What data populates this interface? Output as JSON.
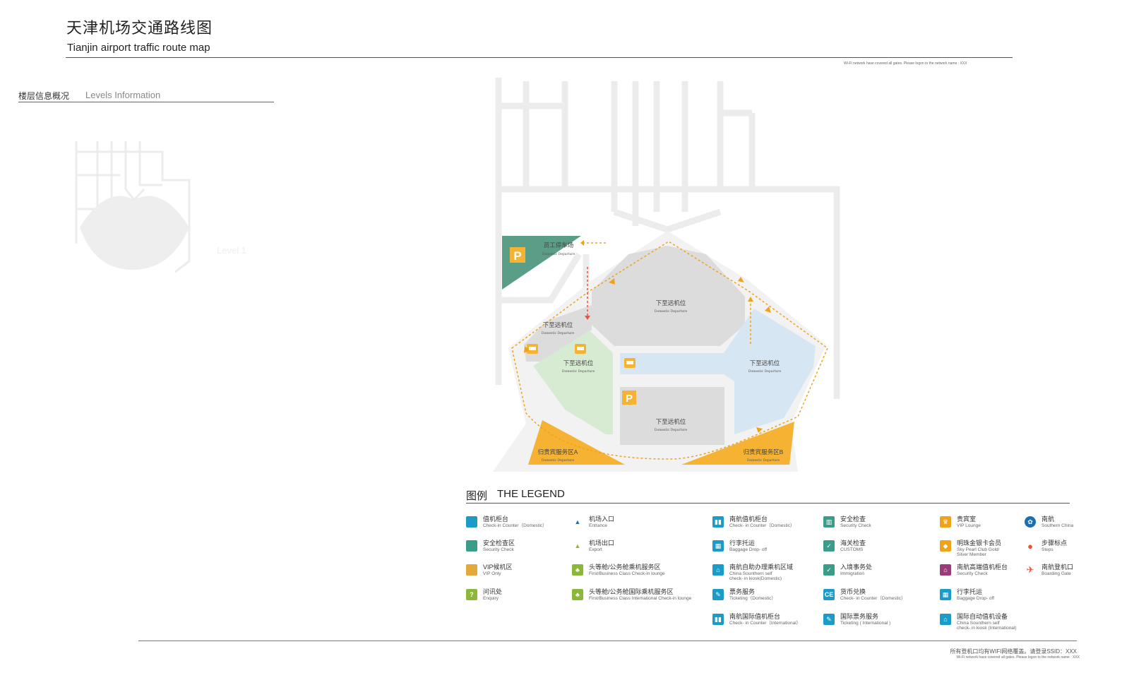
{
  "header": {
    "title_cn": "天津机场交通路线图",
    "title_en": "Tianjin airport traffic route map",
    "wifi_note": "Wi-Fi network have covered all gates. Please logon to the network name : XXX"
  },
  "levels": {
    "title_cn": "楼层信息概况",
    "title_en": "Levels Information",
    "level_label": "Level 1"
  },
  "map": {
    "colors": {
      "road": "#ececec",
      "staff_parking": "#5a9e88",
      "remote_gray": "#dcdcdc",
      "green_zone": "#d6ebd2",
      "blue_zone": "#d6e6f2",
      "vip_orange": "#f5b233",
      "route_orange": "#f0a21a",
      "route_red": "#e8533a",
      "parking_icon": "#f5b233"
    },
    "zones": {
      "staff_parking": {
        "cn": "员工停车场",
        "en": "Domestic Departure"
      },
      "remote_top": {
        "cn": "下至远机位",
        "en": "Domestic Departure"
      },
      "remote_left": {
        "cn": "下至远机位",
        "en": "Domestic Departure"
      },
      "remote_green": {
        "cn": "下至远机位",
        "en": "Domestic Departure"
      },
      "remote_blue": {
        "cn": "下至远机位",
        "en": "Domestic Departure"
      },
      "remote_bottom": {
        "cn": "下至远机位",
        "en": "Domestic Departure"
      },
      "vip_a": {
        "cn": "归贵宾服务区A",
        "en": "Domestic Departure"
      },
      "vip_b": {
        "cn": "归贵宾服务区B",
        "en": "Domestic Departure"
      }
    },
    "parking_glyph": "P"
  },
  "legend": {
    "title_cn": "图例",
    "title_en": "THE LEGEND",
    "items": [
      {
        "cn": "值机柜台",
        "en": "Check-in Counter（Domestic）",
        "icon": "square",
        "color": "#1a9bc8",
        "glyph": ""
      },
      {
        "cn": "安全检查区",
        "en": "Security Check",
        "icon": "square",
        "color": "#3b9c8a",
        "glyph": ""
      },
      {
        "cn": "VIP候机区",
        "en": "VIP Only",
        "icon": "square",
        "color": "#e3a93a",
        "glyph": ""
      },
      {
        "cn": "问讯处",
        "en": "Enquiry",
        "icon": "question-icon",
        "color": "#8bb83a",
        "glyph": "?"
      },
      {
        "cn": "机场入口",
        "en": "Entrance",
        "icon": "entrance-icon",
        "color": "#1a6fb0",
        "glyph": "▲"
      },
      {
        "cn": "机场出口",
        "en": "Export",
        "icon": "exit-icon",
        "color": "#8bb83a",
        "glyph": "▲"
      },
      {
        "cn": "头等舱/公务舱乘机服务区",
        "en": "First/Business Class Check-in lounge",
        "icon": "lounge-icon",
        "color": "#8bb83a",
        "glyph": "♣"
      },
      {
        "cn": "头等舱/公务舱国际乘机服务区",
        "en": "First/Business Class International Check-in lounge",
        "icon": "intl-lounge-icon",
        "color": "#8bb83a",
        "glyph": "♣"
      },
      {
        "cn": "南航值机柜台",
        "en": "Check- in Counter（Domestic）",
        "icon": "counter-icon",
        "color": "#1a9bc8",
        "glyph": "▮▮"
      },
      {
        "cn": "行李托运",
        "en": "Baggage Drop- off",
        "icon": "baggage-icon",
        "color": "#1a9bc8",
        "glyph": "▦"
      },
      {
        "cn": "南航自助办理乘机区域",
        "en": "China Sounthern self\ncheck- in kiosk(Domestic)",
        "icon": "kiosk-icon",
        "color": "#1a9bc8",
        "glyph": "⌂"
      },
      {
        "cn": "票务服务",
        "en": "Ticketing（Domestic）",
        "icon": "ticket-icon",
        "color": "#1a9bc8",
        "glyph": "✎"
      },
      {
        "cn": "南航国际值机柜台",
        "en": "Check- in Counter（International）",
        "icon": "intl-counter-icon",
        "color": "#1a9bc8",
        "glyph": "▮▮"
      },
      {
        "cn": "安全检查",
        "en": "Security Check",
        "icon": "security-icon",
        "color": "#3b9c8a",
        "glyph": "▥"
      },
      {
        "cn": "海关检查",
        "en": "CUSTOMS",
        "icon": "customs-icon",
        "color": "#3b9c8a",
        "glyph": "✓"
      },
      {
        "cn": "入境事务处",
        "en": "Immigration",
        "icon": "immigration-icon",
        "color": "#3b9c8a",
        "glyph": "✓"
      },
      {
        "cn": "货币兑换",
        "en": "Check- in Counter（Domestic）",
        "icon": "currency-icon",
        "color": "#1a9bc8",
        "glyph": "CE"
      },
      {
        "cn": "国际票务服务",
        "en": "Ticketing ( International )",
        "icon": "intl-ticket-icon",
        "color": "#1a9bc8",
        "glyph": "✎"
      },
      {
        "cn": "贵宾室",
        "en": "VIP Lounge",
        "icon": "vip-lounge-icon",
        "color": "#f0a21a",
        "glyph": "♛"
      },
      {
        "cn": "明珠金银卡会员",
        "en": "Sky Pearl Club Gold/\nSilver Member",
        "icon": "pearl-icon",
        "color": "#f0a21a",
        "glyph": "◆"
      },
      {
        "cn": "南航高端值机柜台",
        "en": "Security Check",
        "icon": "premium-counter-icon",
        "color": "#9b3a7a",
        "glyph": "⌂"
      },
      {
        "cn": "行李托运",
        "en": "Baggage Drop- off",
        "icon": "baggage-icon-2",
        "color": "#1a9bc8",
        "glyph": "▦"
      },
      {
        "cn": "国际自动值机设备",
        "en": "China Sounthern self\ncheck- in kiosk (International)",
        "icon": "intl-kiosk-icon",
        "color": "#1a9bc8",
        "glyph": "⌂"
      },
      {
        "cn": "南航",
        "en": "Southern China",
        "icon": "southern-logo-icon",
        "color": "#1a6fb0",
        "glyph": "✿"
      },
      {
        "cn": "步骤标点",
        "en": "Steps",
        "icon": "step-marker-icon",
        "color": "#e8533a",
        "glyph": "●"
      },
      {
        "cn": "南航登机口",
        "en": "Boarding Gate",
        "icon": "plane-icon",
        "color": "#e8533a",
        "glyph": "✈"
      }
    ]
  },
  "footer": {
    "cn": "所有登机口均有WIFI网络覆盖。请登录SSID：XXX",
    "en": "Wi-Fi network have covered all gates. Please logon to the network name : XXX"
  }
}
